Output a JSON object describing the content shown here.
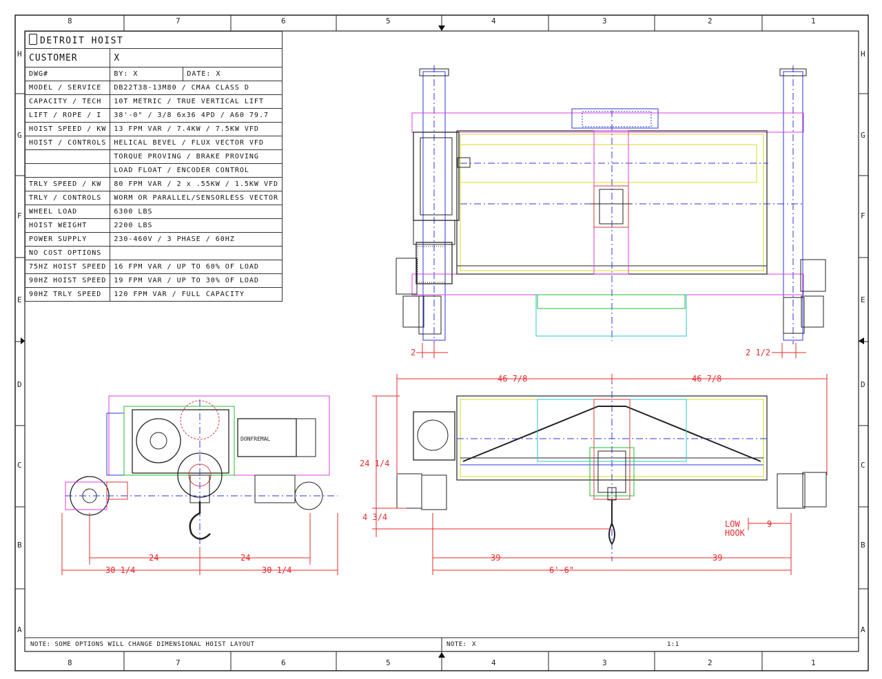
{
  "brand": "DETROIT HOIST",
  "customer": {
    "label": "CUSTOMER",
    "value": "X"
  },
  "dwg": {
    "label": "DWG#",
    "by": "BY: X",
    "date": "DATE: X"
  },
  "specs": [
    {
      "key": "MODEL / SERVICE",
      "value": "DB22T38-13M80 / CMAA CLASS D"
    },
    {
      "key": "CAPACITY / TECH",
      "value": "10T METRIC / TRUE VERTICAL LIFT"
    },
    {
      "key": "LIFT / ROPE / I",
      "value": "38'-0\" / 3/8 6x36 4PD / A60 79.7"
    },
    {
      "key": "HOIST SPEED / KW",
      "value": "13 FPM VAR / 7.4KW / 7.5KW VFD"
    },
    {
      "key": "HOIST / CONTROLS",
      "value": "HELICAL BEVEL / FLUX VECTOR VFD"
    },
    {
      "key": "",
      "value": "TORQUE PROVING / BRAKE PROVING"
    },
    {
      "key": "",
      "value": "LOAD FLOAT / ENCODER CONTROL"
    },
    {
      "key": "TRLY SPEED / KW",
      "value": "80 FPM VAR / 2 x .55KW / 1.5KW VFD"
    },
    {
      "key": "TRLY / CONTROLS",
      "value": "WORM OR PARALLEL/SENSORLESS VECTOR"
    },
    {
      "key": "WHEEL LOAD",
      "value": "6300 LBS"
    },
    {
      "key": "HOIST WEIGHT",
      "value": "2200 LBS"
    },
    {
      "key": "POWER SUPPLY",
      "value": "230-460V / 3 PHASE / 60HZ"
    },
    {
      "key": "NO COST OPTIONS",
      "value": ""
    },
    {
      "key": "75HZ HOIST SPEED",
      "value": "16 FPM VAR / UP TO 60% OF LOAD"
    },
    {
      "key": "90HZ HOIST SPEED",
      "value": "19 FPM VAR / UP TO 30% OF LOAD"
    },
    {
      "key": "90HZ TRLY SPEED",
      "value": "120 FPM VAR / FULL CAPACITY"
    }
  ],
  "border": {
    "columns": [
      "8",
      "7",
      "6",
      "5",
      "4",
      "3",
      "2",
      "1"
    ],
    "rows": [
      "H",
      "G",
      "F",
      "E",
      "D",
      "C",
      "B",
      "A"
    ]
  },
  "dimensions": {
    "plan_left": "2",
    "plan_right": "2 1/2",
    "front_half_left": "46 7/8",
    "front_half_right": "46 7/8",
    "front_height": "24 1/4",
    "front_hook": "4 3/4",
    "low_hook": "LOW\nHOOK",
    "low_hook_line1": "LOW",
    "low_hook_line2": "HOOK",
    "low_hook_dim": "9",
    "front_wheel_left": "39",
    "front_wheel_right": "39",
    "front_span": "6'-6\"",
    "side_inner_left": "24",
    "side_inner_right": "24",
    "side_outer_left": "30 1/4",
    "side_outer_right": "30 1/4"
  },
  "motor_label": "DONFREMAL",
  "footer": {
    "note_left": "NOTE:  SOME OPTIONS WILL CHANGE DIMENSIONAL HOIST LAYOUT",
    "note_right_label": "NOTE:",
    "note_right_value": "X",
    "scale": "1:1"
  },
  "colors": {
    "line": "#222222",
    "dimension": "#e8292a",
    "blue": "#2c35d8",
    "magenta": "#e23be2",
    "cyan": "#23c6d6",
    "yellow": "#d8d81c",
    "green": "#1fbf2b",
    "red_part": "#d93a3a"
  }
}
